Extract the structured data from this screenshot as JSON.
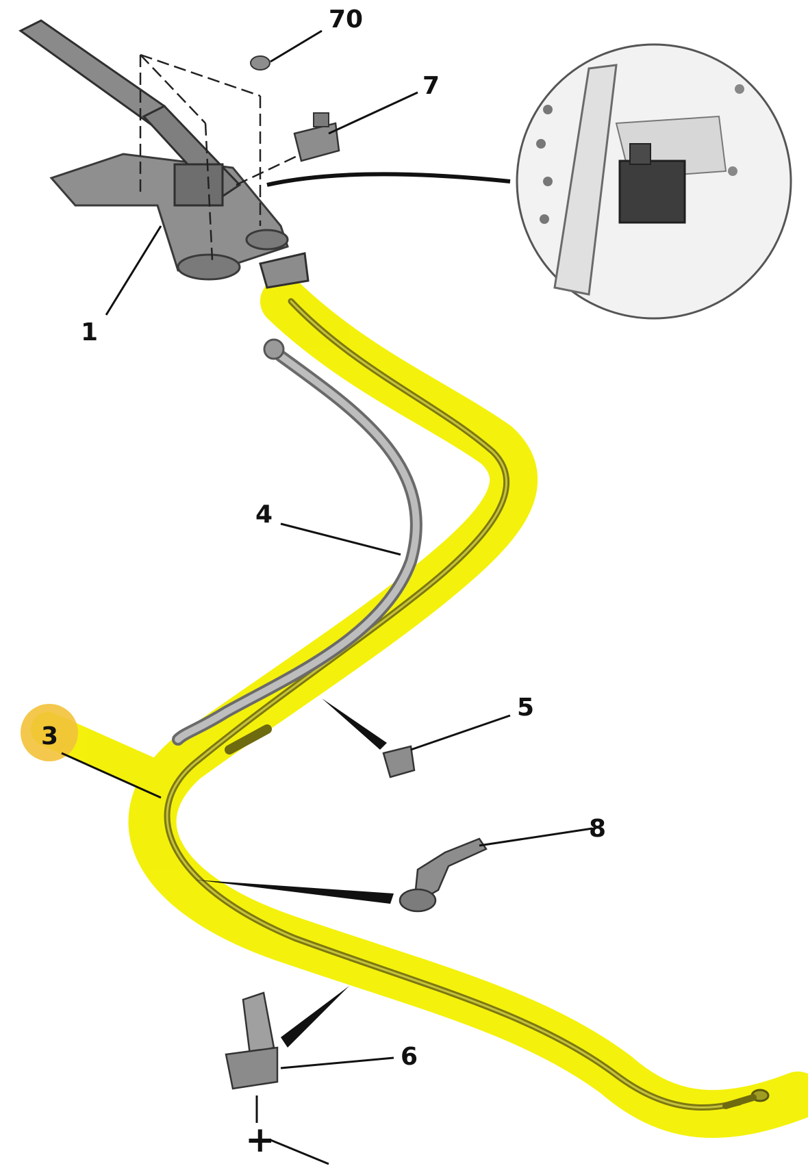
{
  "diagram": {
    "callouts": [
      {
        "id": "70",
        "label": "70"
      },
      {
        "id": "7",
        "label": "7"
      },
      {
        "id": "1",
        "label": "1"
      },
      {
        "id": "4",
        "label": "4"
      },
      {
        "id": "5",
        "label": "5"
      },
      {
        "id": "3",
        "label": "3"
      },
      {
        "id": "8",
        "label": "8"
      },
      {
        "id": "6",
        "label": "6"
      },
      {
        "id": "plus",
        "label": "+"
      }
    ],
    "highlighted_part": "3"
  },
  "colors": {
    "highlight": "#f3f000",
    "cable_highlighted": "#8f8a1a",
    "part_gray": "#8a8a8a",
    "part_dark": "#4a4a4a",
    "marker_circle": "#f2c23a",
    "leader": "#111111"
  }
}
